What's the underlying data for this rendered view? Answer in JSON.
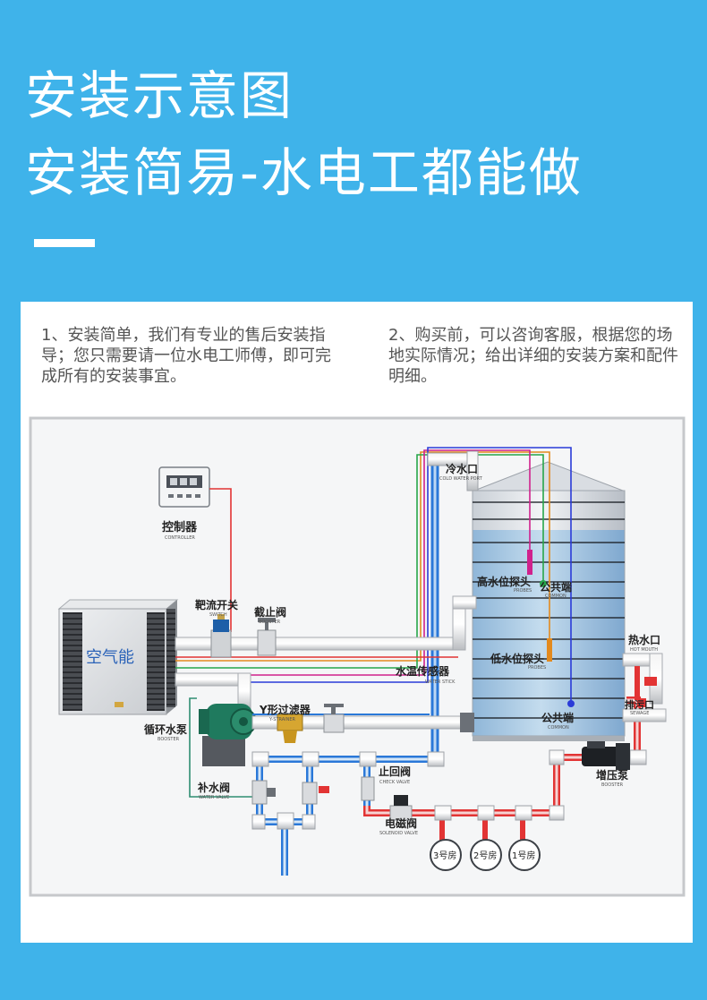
{
  "header": {
    "title_line1": "安装示意图",
    "title_line2": "安装简易-水电工都能做"
  },
  "intro": {
    "point1": "1、安装简单，我们有专业的售后安装指导；您只需要请一位水电工师傅，即可完成所有的安装事宜。",
    "point2": "2、购买前，可以咨询客服，根据您的场地实际情况；给出详细的安装方案和配件明细。"
  },
  "diagram": {
    "controller": {
      "cn": "控制器",
      "en": "CONTROLLER"
    },
    "flow_switch": {
      "cn": "靶流开关",
      "en": "SWITCH"
    },
    "stop_valve": {
      "cn": "截止阀",
      "en": "BOOSTER"
    },
    "heat_pump": {
      "cn": "空气能"
    },
    "circulation_pump": {
      "cn": "循环水泵",
      "en": "BOOSTER"
    },
    "y_strainer": {
      "cn": "Y形过滤器",
      "en": "Y-STRAINER"
    },
    "makeup_valve": {
      "cn": "补水阀",
      "en": "WATER VALVE"
    },
    "check_valve": {
      "cn": "止回阀",
      "en": "CHECK VALVE"
    },
    "solenoid_valve": {
      "cn": "电磁阀",
      "en": "SOLENOID VALVE"
    },
    "water_temp_sensor": {
      "cn": "水温传感器",
      "en": "WATER STICK"
    },
    "cold_water_port": {
      "cn": "冷水口",
      "en": "COLD WATER PORT"
    },
    "high_level_probe": {
      "cn": "高水位探头",
      "en": "PROBES"
    },
    "common_top": {
      "cn": "公共端",
      "en": "COMMON"
    },
    "low_level_probe": {
      "cn": "低水位探头",
      "en": "PROBES"
    },
    "common_bottom": {
      "cn": "公共端",
      "en": "COMMON"
    },
    "hot_water_port": {
      "cn": "热水口",
      "en": "HOT MOUTH"
    },
    "drain_port": {
      "cn": "排污口",
      "en": "SEWAGE"
    },
    "booster_pump": {
      "cn": "增压泵",
      "en": "BOOSTER"
    },
    "rooms": [
      "3号房",
      "2号房",
      "1号房"
    ]
  },
  "colors": {
    "background": "#3fb3ea",
    "pipe_red": "#e23434",
    "pipe_blue": "#2a78d8",
    "wire_magenta": "#d0218c",
    "wire_green": "#27a64a",
    "wire_orange": "#e38a1e",
    "wire_blue": "#2a3bd8"
  }
}
